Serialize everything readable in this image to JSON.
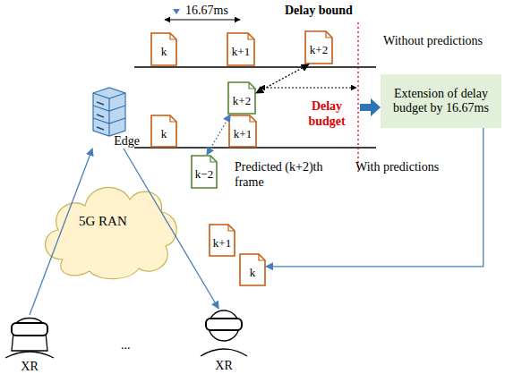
{
  "diagram": {
    "nodes": [
      {
        "text": [
          "k"
        ]
      },
      {
        "text": [
          "k+1"
        ]
      },
      {
        "text": [
          "k+2"
        ]
      },
      {
        "text": [
          "Edge"
        ]
      },
      {
        "text": [
          "k+2"
        ]
      },
      {
        "text": [
          "k"
        ]
      },
      {
        "text": [
          "k+1"
        ]
      },
      {
        "text": [
          "Extension of delay budget by 16.67ms"
        ]
      },
      {
        "text": [
          "5G RAN"
        ]
      },
      {
        "text": [
          "k−2"
        ]
      },
      {
        "text": [
          "k+1"
        ]
      },
      {
        "text": [
          "k"
        ]
      },
      {
        "text": [
          "XR"
        ]
      },
      {
        "text": [
          "XR"
        ]
      }
    ],
    "edges": [
      {
        "from": 12,
        "to": 3,
        "arrow": "to"
      },
      {
        "from": 3,
        "to": 13,
        "arrow": "to"
      },
      {
        "from": 9,
        "to": 4,
        "arrow": "both"
      },
      {
        "from": 2,
        "to": 4,
        "arrow": "both"
      },
      {
        "from": 7,
        "to": 11,
        "arrow": "to"
      }
    ],
    "labels": [
      "16.67ms",
      "Delay bound",
      "Without predictions",
      "Delay budget",
      "With predictions",
      "Predicted (k+2)th frame",
      "..."
    ]
  }
}
